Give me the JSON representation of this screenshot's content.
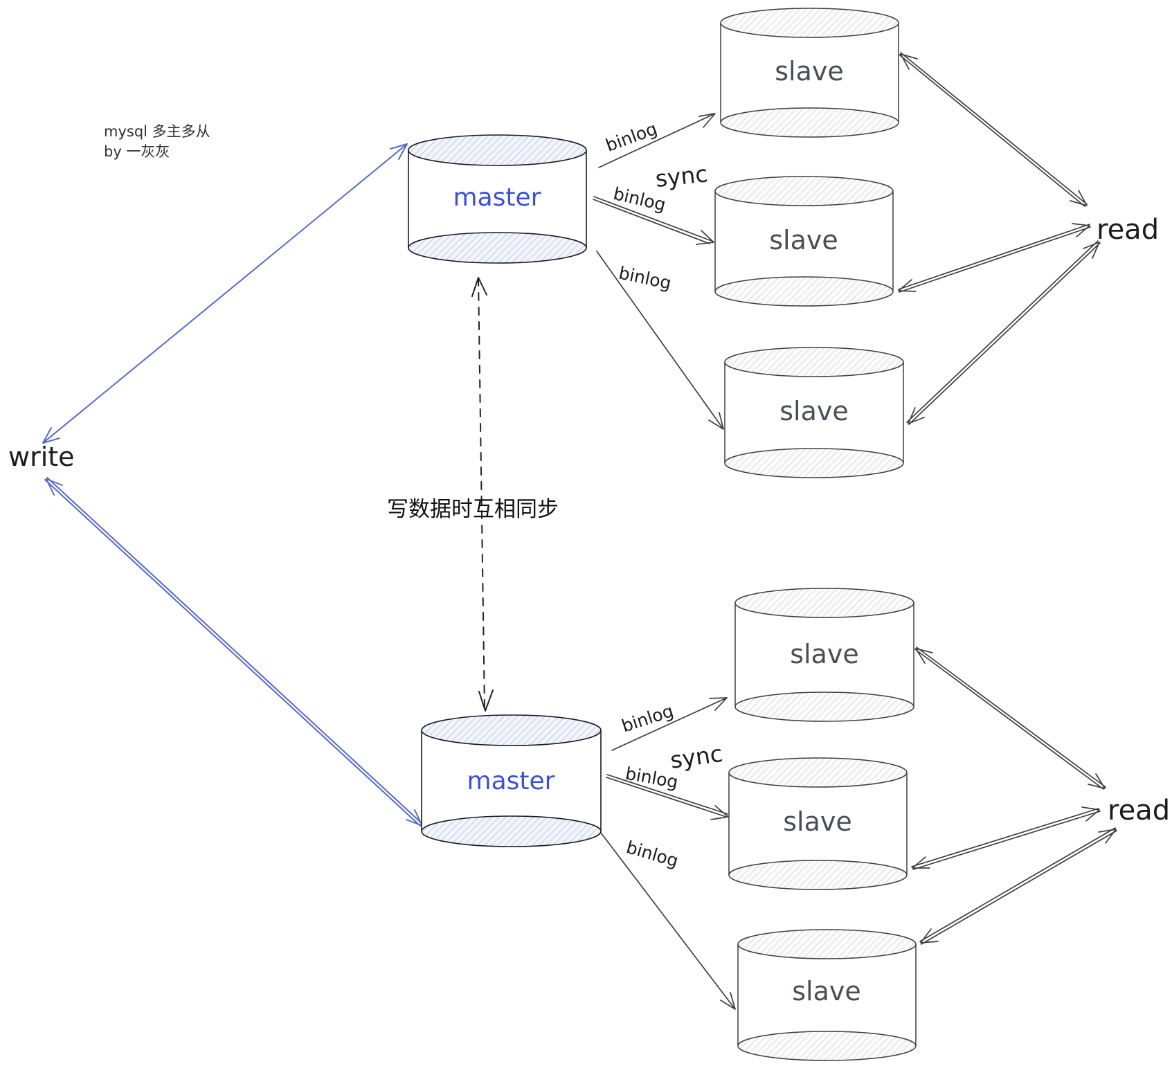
{
  "title": {
    "line1": "mysql 多主多从",
    "line2": "by 一灰灰"
  },
  "nodes": {
    "master_top": {
      "label": "master"
    },
    "master_bottom": {
      "label": "master"
    },
    "slaves": [
      "slave",
      "slave",
      "slave",
      "slave",
      "slave",
      "slave"
    ]
  },
  "labels": {
    "write": "write",
    "read_top": "read",
    "read_bottom": "read",
    "sync_top": "sync",
    "sync_bottom": "sync",
    "sync_note": "写数据时互相同步",
    "binlog_labels": [
      "binlog",
      "binlog",
      "binlog",
      "binlog",
      "binlog",
      "binlog"
    ]
  },
  "colors": {
    "master_text": "#3b50d8",
    "master_hatch": "#9fb0e8",
    "master_hatch_bg": "#f3f5fc",
    "slave_text": "#494f57",
    "slave_hatch": "#c6c6c6",
    "slave_hatch_bg": "#fbfbfb",
    "outline_master": "#1b1b1b",
    "outline_slave": "#3f3f3f",
    "arrow_dark": "#3e3e3e",
    "arrow_blue": "#5668cc",
    "text_dark": "#1c1c1c"
  }
}
